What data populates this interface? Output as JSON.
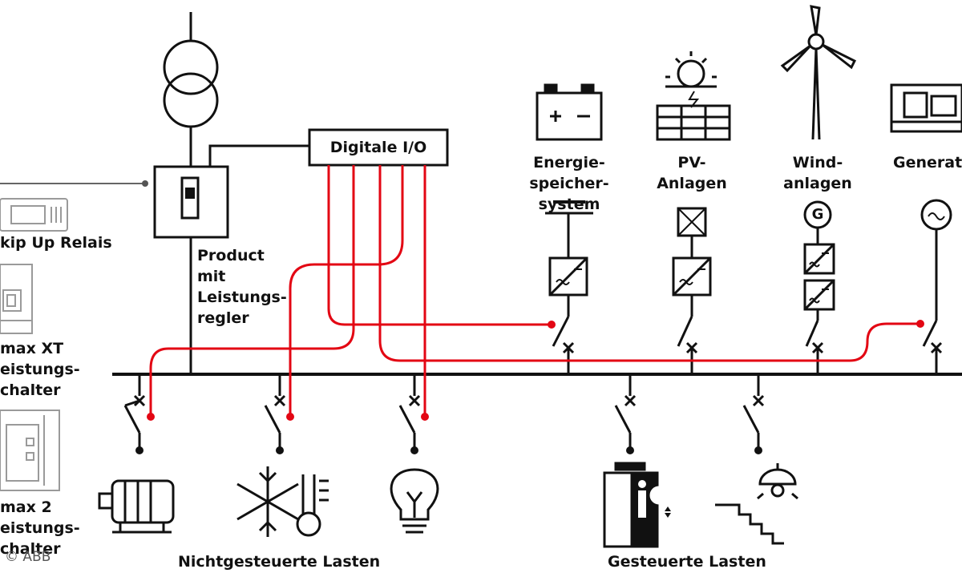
{
  "diagram": {
    "digital_io": "Digitale I/O",
    "controller_label": [
      "Product",
      "mit",
      "Leistungs-",
      "regler"
    ],
    "left_devices": [
      {
        "label": [
          "kip Up Relais"
        ]
      },
      {
        "label": [
          "max XT",
          "eistungs-",
          "chalter"
        ]
      },
      {
        "label": [
          "max 2",
          "eistungs-",
          "chalter"
        ]
      }
    ],
    "sources": [
      {
        "label": [
          "Energie-",
          "speicher-",
          "system"
        ]
      },
      {
        "label": [
          "PV-",
          "Anlagen"
        ]
      },
      {
        "label": [
          "Wind-",
          "anlagen"
        ]
      },
      {
        "label": [
          "Generat"
        ]
      }
    ],
    "generator_symbol": "G",
    "groups": {
      "uncontrolled": "Nichtgesteuerte Lasten",
      "controlled": "Gesteuerte Lasten"
    },
    "copyright": "© ABB",
    "colors": {
      "line": "#111111",
      "signal": "#e30613",
      "device_gray": "#9a9a9a"
    }
  }
}
